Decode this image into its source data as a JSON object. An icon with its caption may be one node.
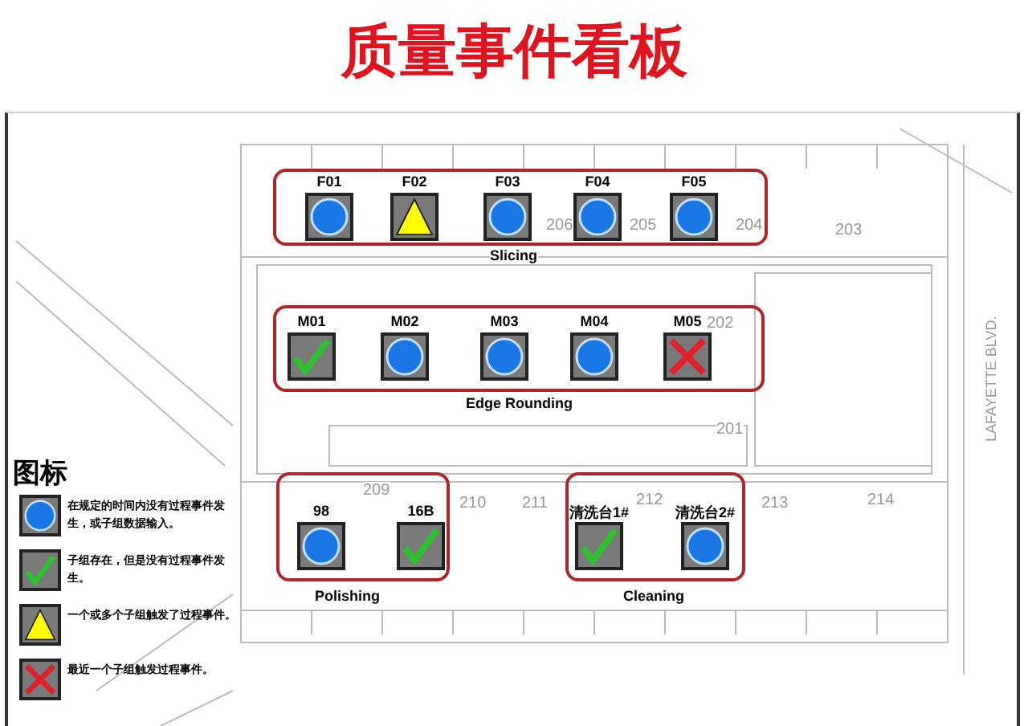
{
  "diagram": {
    "title": "质量事件看板",
    "nodes": [
      {
        "text": [
          "Slicing"
        ]
      },
      {
        "text": [
          "F01"
        ],
        "in": 0
      },
      {
        "text": [],
        "shape": "circle",
        "in": 1
      },
      {
        "text": [
          "F02"
        ],
        "in": 0
      },
      {
        "text": [],
        "shape": "triangle",
        "in": 3
      },
      {
        "text": [
          "F03"
        ],
        "in": 0
      },
      {
        "text": [],
        "shape": "circle",
        "in": 5
      },
      {
        "text": [
          "F04"
        ],
        "in": 0
      },
      {
        "text": [],
        "shape": "circle",
        "in": 7
      },
      {
        "text": [
          "F05"
        ],
        "in": 0
      },
      {
        "text": [],
        "shape": "circle",
        "in": 9
      },
      {
        "text": [
          "Edge Rounding"
        ]
      },
      {
        "text": [
          "M01"
        ],
        "in": 11
      },
      {
        "text": [],
        "shape": "check",
        "in": 12
      },
      {
        "text": [
          "M02"
        ],
        "in": 11
      },
      {
        "text": [],
        "shape": "circle",
        "in": 14
      },
      {
        "text": [
          "M03"
        ],
        "in": 11
      },
      {
        "text": [],
        "shape": "circle",
        "in": 16
      },
      {
        "text": [
          "M04"
        ],
        "in": 11
      },
      {
        "text": [],
        "shape": "circle",
        "in": 18
      },
      {
        "text": [
          "M05"
        ],
        "in": 11
      },
      {
        "text": [],
        "shape": "cross",
        "in": 20
      },
      {
        "text": [
          "Polishing"
        ]
      },
      {
        "text": [
          "98"
        ],
        "in": 22
      },
      {
        "text": [],
        "shape": "circle",
        "in": 23
      },
      {
        "text": [
          "16B"
        ],
        "in": 22
      },
      {
        "text": [],
        "shape": "check",
        "in": 25
      },
      {
        "text": [
          "Cleaning"
        ]
      },
      {
        "text": [
          "清洗台1#"
        ],
        "in": 27
      },
      {
        "text": [],
        "shape": "check",
        "in": 28
      },
      {
        "text": [
          "清洗台2#"
        ],
        "in": 27
      },
      {
        "text": [],
        "shape": "circle",
        "in": 30
      }
    ],
    "labels": [
      "206",
      "205",
      "204",
      "203",
      "202",
      "201",
      "209",
      "210",
      "211",
      "212",
      "213",
      "214",
      "LAFAYETTE BLVD.",
      "图标"
    ],
    "legend": [
      {
        "text": "在规定的时间内没有过程事件发生，或子组数据输入。"
      },
      {
        "text": "子组存在，但是没有过程事件发生。"
      },
      {
        "text": "一个或多个子组触发了过程事件。"
      },
      {
        "text": "最近一个子组触发过程事件。"
      }
    ]
  }
}
